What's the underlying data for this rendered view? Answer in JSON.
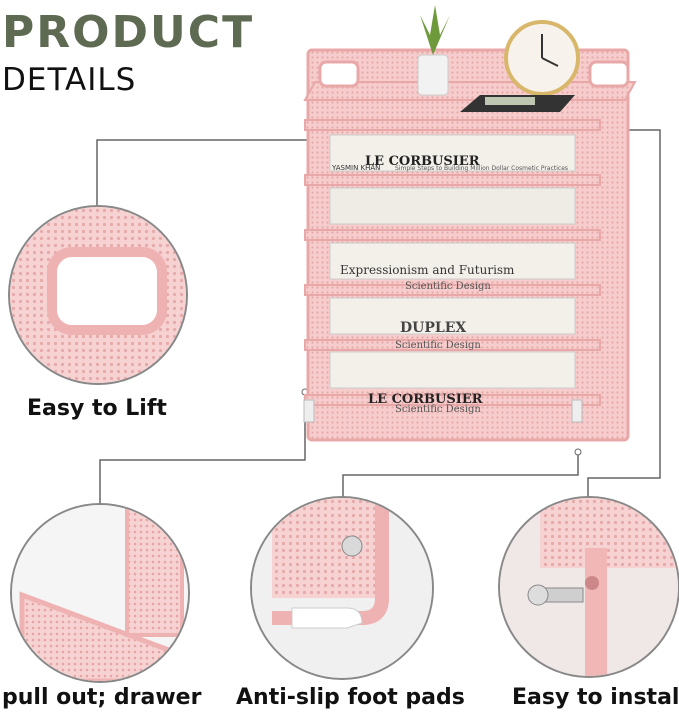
{
  "header": {
    "title_line1": "PRODUCT",
    "title_line2": "DETAILS"
  },
  "callouts": [
    {
      "label": "Easy to Lift"
    },
    {
      "label": "pull out; drawer"
    },
    {
      "label": "Anti-slip foot pads"
    },
    {
      "label": "Easy to install"
    }
  ],
  "books": {
    "shelf1_title": "LE CORBUSIER",
    "shelf1_author": "YASMIN KHAN",
    "shelf1_subtitle": "Simple Steps to Building Million Dollar Cosmetic Practices",
    "shelf3_title": "Expressionism and Futurism",
    "shelf3_subtitle": "Scientific Design",
    "shelf4_title": "DUPLEX",
    "shelf4_subtitle": "Scientific Design",
    "shelf5_title": "LE CORBUSIER",
    "shelf5_subtitle": "Scientific Design"
  },
  "colors": {
    "product_pink": "#f2b9b9",
    "title_green": "#5e6a52",
    "line_gray": "#666666"
  }
}
